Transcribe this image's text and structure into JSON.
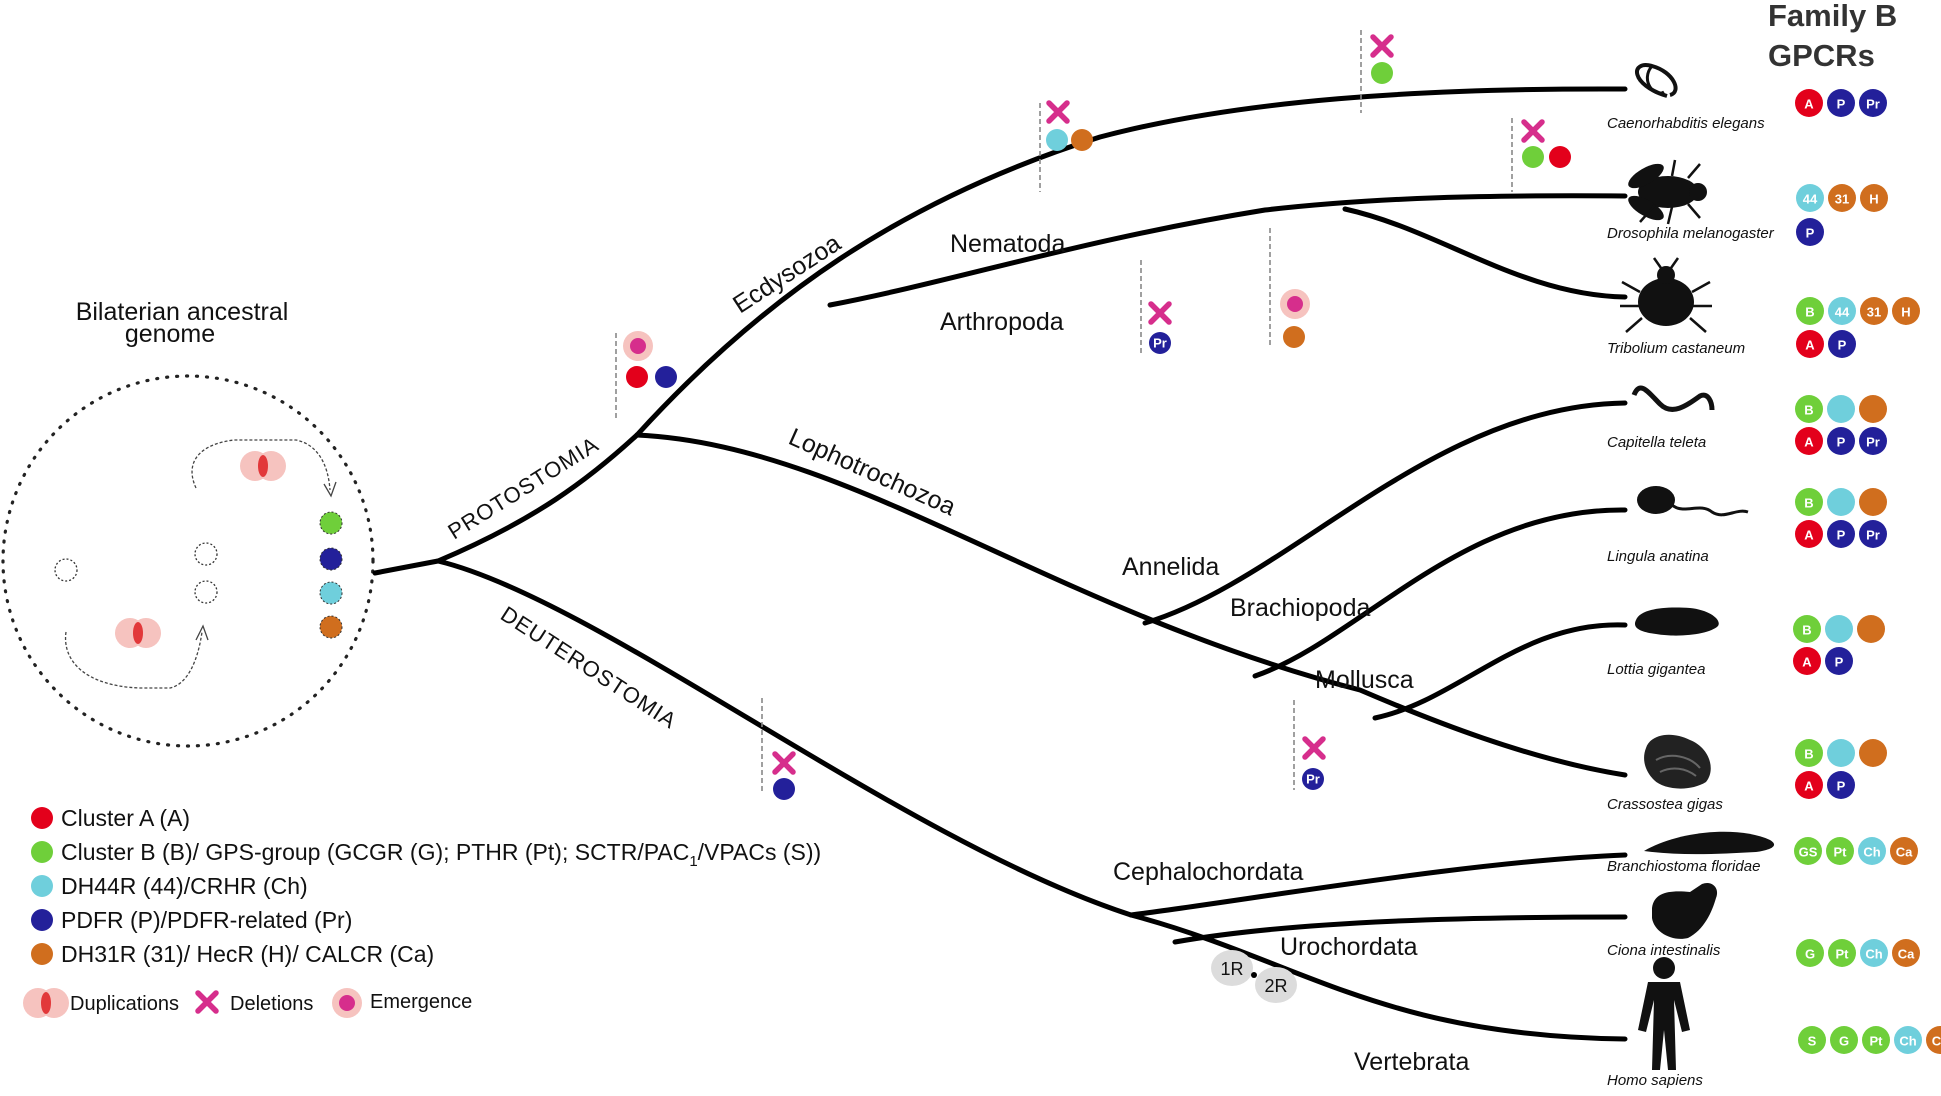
{
  "header": {
    "title_line1": "Family B",
    "title_line2": "GPCRs"
  },
  "ancestral": {
    "label_line1": "Bilaterian ancestral",
    "label_line2": "genome"
  },
  "clades": {
    "protostomia": "PROTOSTOMIA",
    "deuterostomia": "DEUTEROSTOMIA",
    "ecdysozoa": "Ecdysozoa",
    "lophotrochozoa": "Lophotrochozoa",
    "nematoda": "Nematoda",
    "arthropoda": "Arthropoda",
    "annelida": "Annelida",
    "brachiopoda": "Brachiopoda",
    "mollusca": "Mollusca",
    "cephalochordata": "Cephalochordata",
    "urochordata": "Urochordata",
    "vertebrata": "Vertebrata"
  },
  "wgd": {
    "r1": "1R",
    "r2": "2R"
  },
  "species": [
    {
      "name": "Caenorhabditis elegans",
      "icon": "worm-nematode-icon",
      "rows": [
        [
          {
            "t": "A",
            "c": "red"
          },
          {
            "t": "P",
            "c": "navy"
          },
          {
            "t": "Pr",
            "c": "navy"
          }
        ]
      ]
    },
    {
      "name": "Drosophila melanogaster",
      "icon": "fly-icon",
      "rows": [
        [
          {
            "t": "44",
            "c": "cyan"
          },
          {
            "t": "31",
            "c": "orange"
          },
          {
            "t": "H",
            "c": "orange"
          }
        ],
        [
          {
            "t": "P",
            "c": "navy"
          }
        ]
      ]
    },
    {
      "name": "Tribolium castaneum",
      "icon": "beetle-icon",
      "rows": [
        [
          {
            "t": "B",
            "c": "green"
          },
          {
            "t": "44",
            "c": "cyan"
          },
          {
            "t": "31",
            "c": "orange"
          },
          {
            "t": "H",
            "c": "orange"
          }
        ],
        [
          {
            "t": "A",
            "c": "red"
          },
          {
            "t": "P",
            "c": "navy"
          }
        ]
      ]
    },
    {
      "name": "Capitella teleta",
      "icon": "annelid-worm-icon",
      "rows": [
        [
          {
            "t": "B",
            "c": "green"
          },
          {
            "t": "",
            "c": "cyan"
          },
          {
            "t": "",
            "c": "orange"
          }
        ],
        [
          {
            "t": "A",
            "c": "red"
          },
          {
            "t": "P",
            "c": "navy"
          },
          {
            "t": "Pr",
            "c": "navy"
          }
        ]
      ]
    },
    {
      "name": "Lingula anatina",
      "icon": "brachiopod-icon",
      "rows": [
        [
          {
            "t": "B",
            "c": "green"
          },
          {
            "t": "",
            "c": "cyan"
          },
          {
            "t": "",
            "c": "orange"
          }
        ],
        [
          {
            "t": "A",
            "c": "red"
          },
          {
            "t": "P",
            "c": "navy"
          },
          {
            "t": "Pr",
            "c": "navy"
          }
        ]
      ]
    },
    {
      "name": "Lottia gigantea",
      "icon": "limpet-icon",
      "rows": [
        [
          {
            "t": "B",
            "c": "green"
          },
          {
            "t": "",
            "c": "cyan"
          },
          {
            "t": "",
            "c": "orange"
          }
        ],
        [
          {
            "t": "A",
            "c": "red"
          },
          {
            "t": "P",
            "c": "navy"
          }
        ]
      ]
    },
    {
      "name": "Crassostea gigas",
      "icon": "oyster-icon",
      "rows": [
        [
          {
            "t": "B",
            "c": "green"
          },
          {
            "t": "",
            "c": "cyan"
          },
          {
            "t": "",
            "c": "orange"
          }
        ],
        [
          {
            "t": "A",
            "c": "red"
          },
          {
            "t": "P",
            "c": "navy"
          }
        ]
      ]
    },
    {
      "name": "Branchiostoma floridae",
      "icon": "amphioxus-icon",
      "rows": [
        [
          {
            "t": "GS",
            "c": "green"
          },
          {
            "t": "Pt",
            "c": "green"
          },
          {
            "t": "Ch",
            "c": "cyan"
          },
          {
            "t": "Ca",
            "c": "orange"
          }
        ]
      ]
    },
    {
      "name": "Ciona intestinalis",
      "icon": "sea-squirt-icon",
      "rows": [
        [
          {
            "t": "G",
            "c": "green"
          },
          {
            "t": "Pt",
            "c": "green"
          },
          {
            "t": "Ch",
            "c": "cyan"
          },
          {
            "t": "Ca",
            "c": "orange"
          }
        ]
      ]
    },
    {
      "name": "Homo sapiens",
      "icon": "human-icon",
      "rows": [
        [
          {
            "t": "S",
            "c": "green"
          },
          {
            "t": "G",
            "c": "green"
          },
          {
            "t": "Pt",
            "c": "green"
          },
          {
            "t": "Ch",
            "c": "cyan"
          },
          {
            "t": "Ca",
            "c": "orange"
          }
        ]
      ]
    }
  ],
  "legend": {
    "clusters": [
      {
        "color": "red",
        "label": "Cluster A (A)"
      },
      {
        "color": "green",
        "label": "Cluster B (B)/ GPS-group (GCGR (G); PTHR (Pt); SCTR/PAC",
        "sub": "1",
        "tail": "/VPACs (S))"
      },
      {
        "color": "cyan",
        "label": "DH44R (44)/CRHR (Ch)"
      },
      {
        "color": "navy",
        "label": "PDFR (P)/PDFR-related (Pr)"
      },
      {
        "color": "orange",
        "label": "DH31R (31)/ HecR (H)/ CALCR (Ca)"
      }
    ],
    "events": {
      "duplications": "Duplications",
      "deletions": "Deletions",
      "emergence": "Emergence"
    }
  },
  "event_badges": {
    "pr_nodeA": "Pr",
    "pr_nodeB": "Pr"
  },
  "colors": {
    "red": "#e3001b",
    "green": "#6fcf3a",
    "cyan": "#6fcfdc",
    "navy": "#23209a",
    "orange": "#d06e1e",
    "magenta": "#d62e8c",
    "dup": "#f4b4b0"
  }
}
